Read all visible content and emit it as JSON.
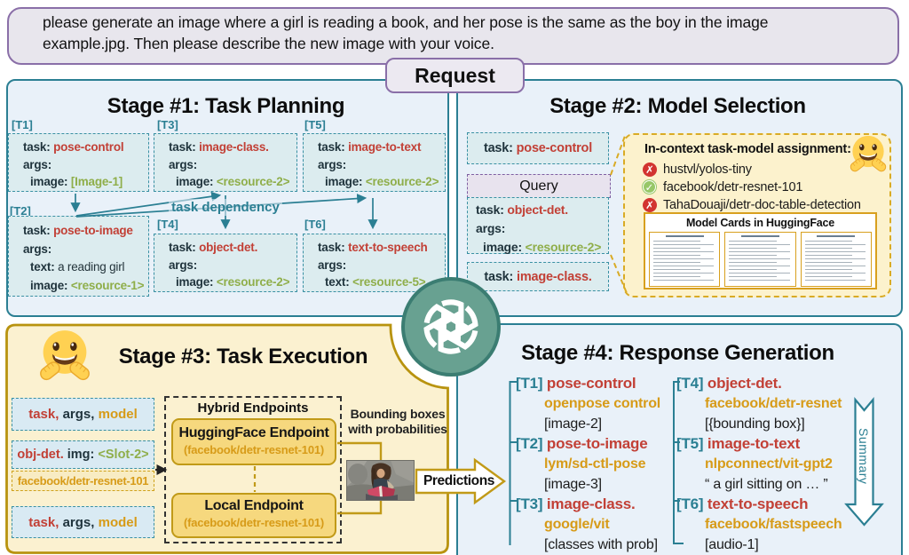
{
  "palette": {
    "teal_border": "#2b7f93",
    "teal_dash": "#3a90a3",
    "task_red": "#c24036",
    "resource_green": "#8fae4a",
    "model_orange": "#d79b18",
    "gold_border": "#c19a18",
    "stage3_border": "#b8930f",
    "purple_border": "#8a6fa8",
    "stage_blue_bg": "#e9f1f9",
    "task_box_bg": "#dcecef",
    "stage3_bg": "#fbf1d0",
    "incontext_bg": "#fcf2cd",
    "endpoint_bg": "#f6d87e",
    "request_bg": "#e8e6ed",
    "query_bg": "#e8e3ee",
    "circle_fill": "#68a191",
    "circle_edge": "#3b7d72",
    "cross_red": "#d23430",
    "check_green": "#97c768"
  },
  "request": {
    "text": "please generate an image where a girl is reading a book, and her pose is the same as the boy in the image example.jpg. Then please describe the new image with your voice.",
    "label": "Request"
  },
  "icons": {
    "chatgpt_logo": "openai-knot",
    "hugging_face_emoji": "hugging-face",
    "cross_icon": "✗",
    "check_icon": "✓"
  },
  "stage1": {
    "title": "Stage #1: Task Planning",
    "dependency_label": "task dependency",
    "tasks": [
      {
        "id": "[T1]",
        "rows": [
          {
            "key": "task: ",
            "value": "pose-control"
          },
          {
            "key": "args:",
            "value": ""
          },
          {
            "key": "image: ",
            "value": "[Image-1]"
          }
        ]
      },
      {
        "id": "[T3]",
        "rows": [
          {
            "key": "task: ",
            "value": "image-class."
          },
          {
            "key": "args:",
            "value": ""
          },
          {
            "key": "image: ",
            "value": "<resource-2>"
          }
        ]
      },
      {
        "id": "[T5]",
        "rows": [
          {
            "key": "task: ",
            "value": "image-to-text"
          },
          {
            "key": "args:",
            "value": ""
          },
          {
            "key": "image: ",
            "value": "<resource-2>"
          }
        ]
      },
      {
        "id": "[T2]",
        "rows": [
          {
            "key": "task: ",
            "value": "pose-to-image"
          },
          {
            "key": "args:",
            "value": ""
          },
          {
            "key": "text: ",
            "value": "a reading girl"
          },
          {
            "key": "image: ",
            "value": "<resource-1>"
          }
        ]
      },
      {
        "id": "[T4]",
        "rows": [
          {
            "key": "task: ",
            "value": "object-det."
          },
          {
            "key": "args:",
            "value": ""
          },
          {
            "key": "image: ",
            "value": "<resource-2>"
          }
        ]
      },
      {
        "id": "[T6]",
        "rows": [
          {
            "key": "task: ",
            "value": "text-to-speech"
          },
          {
            "key": "args:",
            "value": ""
          },
          {
            "key": "text: ",
            "value": "<resource-5>"
          }
        ]
      }
    ]
  },
  "stage2": {
    "title": "Stage #2: Model Selection",
    "pose_box": {
      "key": "task: ",
      "value": "pose-control"
    },
    "query_label": "Query",
    "object_box": {
      "rows": [
        {
          "key": "task: ",
          "value": "object-det."
        },
        {
          "key": "args:",
          "value": ""
        },
        {
          "key": "image: ",
          "value": "<resource-2>"
        }
      ]
    },
    "class_box": {
      "key": "task: ",
      "value": "image-class."
    },
    "assignment": {
      "title": "In-context task-model assignment:",
      "candidates": [
        {
          "icon": "cross",
          "name": "hustvl/yolos-tiny"
        },
        {
          "icon": "check",
          "name": "facebook/detr-resnet-101"
        },
        {
          "icon": "cross",
          "name": "TahaDouaji/detr-doc-table-detection"
        }
      ],
      "cards_title": "Model Cards in HuggingFace"
    }
  },
  "stage3": {
    "title": "Stage #3: Task Execution",
    "box1": [
      {
        "t": "task,",
        "c": "red"
      },
      {
        "t": " args,",
        "c": "key"
      },
      {
        "t": " model",
        "c": "orange"
      }
    ],
    "box2": [
      {
        "t": "obj-det.",
        "c": "red"
      },
      {
        "t": " img: ",
        "c": "key"
      },
      {
        "t": "<Slot-2>",
        "c": "green"
      }
    ],
    "box3": "facebook/detr-resnet-101",
    "box4": [
      {
        "t": "task,",
        "c": "red"
      },
      {
        "t": " args,",
        "c": "key"
      },
      {
        "t": " model",
        "c": "orange"
      }
    ],
    "hybrid_title": "Hybrid Endpoints",
    "endpoints": [
      {
        "name": "HuggingFace Endpoint",
        "model": "(facebook/detr-resnet-101)"
      },
      {
        "name": "Local Endpoint",
        "model": "(facebook/detr-resnet-101)"
      }
    ],
    "bounding_note_1": "Bounding boxes",
    "bounding_note_2": "with probabilities",
    "predictions_label": "Predictions",
    "photo": "girl-reading-book-photo"
  },
  "stage4": {
    "title": "Stage #4: Response Generation",
    "summary_label": "Summary",
    "columns": [
      {
        "entries": [
          {
            "id": "[T1]",
            "task": "pose-control",
            "model": "openpose control",
            "output": "[image-2]"
          },
          {
            "id": "[T2]",
            "task": "pose-to-image",
            "model": "lym/sd-ctl-pose",
            "output": "[image-3]"
          },
          {
            "id": "[T3]",
            "task": "image-class.",
            "model": "google/vit",
            "output": "[classes with prob]"
          }
        ]
      },
      {
        "entries": [
          {
            "id": "[T4]",
            "task": "object-det.",
            "model": "facebook/detr-resnet",
            "output": "[{bounding box}]"
          },
          {
            "id": "[T5]",
            "task": "image-to-text",
            "model": "nlpconnect/vit-gpt2",
            "output": "“ a girl sitting on … ”"
          },
          {
            "id": "[T6]",
            "task": "text-to-speech",
            "model": "facebook/fastspeech",
            "output": "[audio-1]"
          }
        ]
      }
    ]
  }
}
